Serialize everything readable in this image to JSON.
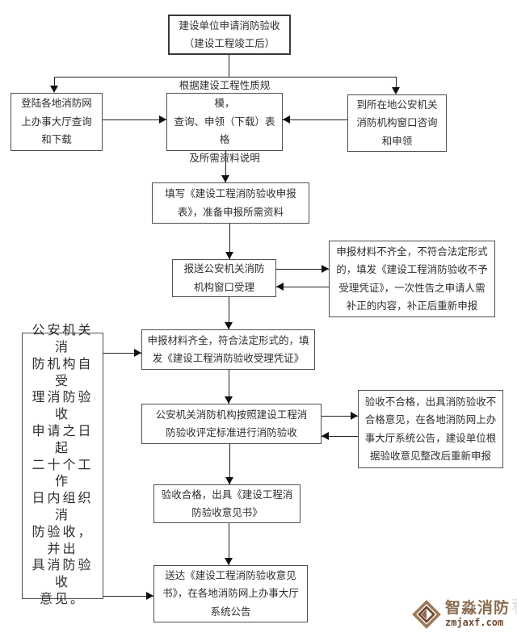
{
  "canvas": {
    "background": "#ffffff",
    "box_border_color": "#4f4f4f",
    "line_color": "#222222",
    "text_color": "#2e2e2e"
  },
  "nodes": {
    "start": {
      "text": "建设单位申请消防验收\n（建设工程竣工后）"
    },
    "online": {
      "text": "登陆各地消防网\n上办事大厅查询\n和下载"
    },
    "forms": {
      "text": "根据建设工程性质规模，\n查询、申领（下载）表格\n及所需资料说明"
    },
    "counter": {
      "text": "到所在地公安机关\n消防机构窗口咨询\n和申领"
    },
    "fill": {
      "text": "填写《建设工程消防验收申报\n表》，准备申报所需资料"
    },
    "submit": {
      "text": "报送公安机关消防\n机构窗口受理"
    },
    "reject": {
      "text": "申报材料不齐全，不符合法定形式\n的，填发《建设工程消防验收不予\n受理凭证》，一次性告之申请人需\n补正的内容，补正后重新申报"
    },
    "accept": {
      "text": "申报材料齐全，符合法定形式的，填\n发《建设工程消防验收受理凭证》"
    },
    "timeline": {
      "text": "公安机关消\n防机构自受\n理消防验收\n申请之日起\n二十个工作\n日内组织消\n防验收，并出\n具消防验收\n意见。"
    },
    "inspect": {
      "text": "公安机关消防机构按照建设工程消\n防验收评定标准进行消防验收"
    },
    "fail": {
      "text": "验收不合格，出具消防验收不\n合格意见，在各地消防网上办\n事大厅系统公告，建设单位根\n据验收意见整改后重新申报"
    },
    "pass": {
      "text": "验收合格，出具《建设工程消\n防验收意见书》"
    },
    "deliver": {
      "text": "送达《建设工程消防验收意见\n书》，在各地消防网上办事大厅\n系统公告"
    }
  },
  "logo": {
    "icon": "diamond-logo-icon",
    "name": "智淼消防",
    "url": "zmjaxf.com",
    "watermark": "程",
    "brand_color": "#8a6b4f",
    "url_color": "#6e4a33"
  }
}
